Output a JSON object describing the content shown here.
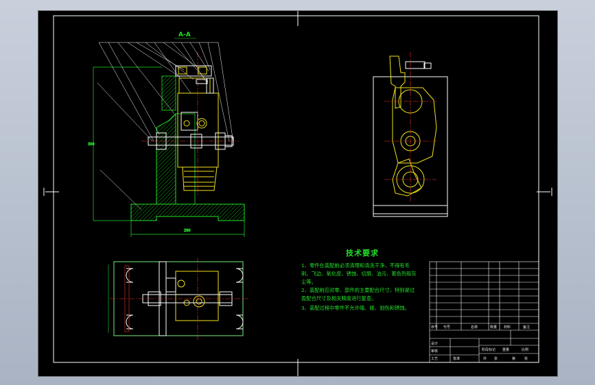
{
  "section_label": "A-A",
  "tech_requirements": {
    "title": "技术要求",
    "items": [
      "1、零件在装配前必须清理和清洗干净，不得有毛刺、飞边、氧化皮、锈蚀、切屑、油污、着色剂和灰尘等。",
      "2、装配前应对零、部件的主要配合尺寸，特别是过盈配合尺寸及相关精度进行复查。",
      "3、装配过程中零件不允许磕、碰、划伤和锈蚀。"
    ]
  },
  "title_block": {
    "headers": [
      "序号",
      "代号",
      "名称",
      "数量",
      "材料",
      "备注"
    ],
    "signature_labels": [
      "设计",
      "审核",
      "工艺",
      "批准"
    ],
    "scale_labels": [
      "阶段标记",
      "重量",
      "比例"
    ],
    "sheet_labels": [
      "共",
      "张",
      "第",
      "张"
    ]
  },
  "colors": {
    "background": "#000000",
    "geometry": "#ffffff",
    "section": "#22e02a",
    "part": "#f2e21b",
    "center": "#ff3030",
    "leader": "#ffffff"
  }
}
